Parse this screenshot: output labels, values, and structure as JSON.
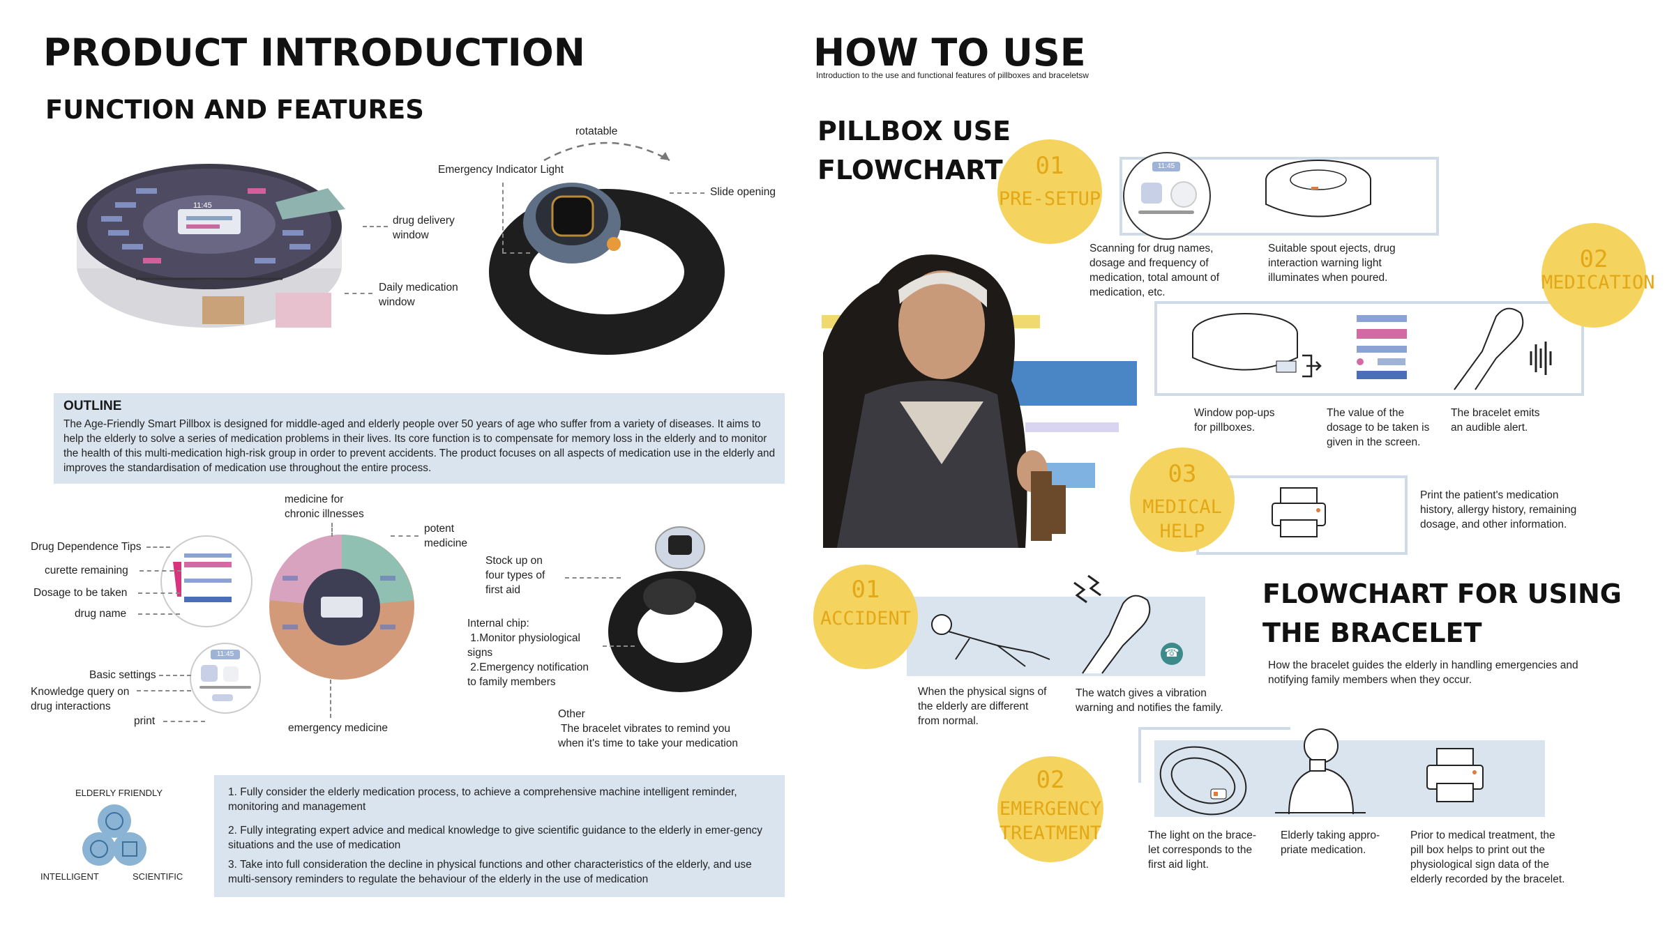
{
  "left": {
    "title": "PRODUCT INTRODUCTION",
    "subtitle": "FUNCTION AND FEATURES",
    "pillbox_labels": {
      "rotatable": "rotatable",
      "emergency_light": "Emergency Indicator Light",
      "slide_opening": "Slide opening",
      "drug_delivery": "drug delivery\nwindow",
      "daily_window": "Daily medication\nwindow",
      "screen_time": "11:45"
    },
    "outline": {
      "heading": "OUTLINE",
      "text": "The Age-Friendly Smart Pillbox is designed for middle-aged and elderly people over 50 years of age who suffer from a variety of diseases. It aims to help the elderly to solve a series of medication problems in their lives. Its core function is to compensate for memory loss in the elderly and to monitor the health of this multi-medication high-risk group in order to prevent accidents. The product focuses on all aspects of medication use in the elderly and improves the standardisation of medication use throughout the entire process."
    },
    "diagram_labels": {
      "chronic": "medicine for\nchronic illnesses",
      "potent": "potent\nmedicine",
      "dependence": "Drug Dependence Tips",
      "curette": "curette remaining",
      "dosage": "Dosage to be taken",
      "drug_name": "drug name",
      "basic_settings": "Basic settings",
      "knowledge": "Knowledge query on\ndrug interactions",
      "print": "print",
      "emergency": "emergency medicine",
      "stock": "Stock up on\nfour types of\nfirst aid",
      "chip": "Internal chip:\n 1.Monitor physiological\nsigns\n 2.Emergency notification\nto family members",
      "other": "Other\n The bracelet vibrates to remind you\nwhen it's time to take your medication",
      "screen_time": "11:45"
    },
    "features": {
      "elderly": "ELDERLY FRIENDLY",
      "intelligent": "INTELLIGENT",
      "scientific": "SCIENTIFIC"
    },
    "points": [
      "1. Fully consider the elderly medication process, to achieve a comprehensive machine intelligent reminder, monitoring and management",
      "2. Fully integrating expert advice and medical knowledge to give scientific guidance to the elderly in emer-gency situations and the use of medication",
      "3. Take into full consideration the decline in physical functions and other characteristics of the elderly, and use multi-sensory reminders to regulate the behaviour of the elderly in the use of medication"
    ]
  },
  "right": {
    "title": "HOW TO USE",
    "intro": "Introduction to the use and functional features of pillboxes and braceletsw",
    "pillbox_heading": "PILLBOX USE\nFLOWCHART",
    "steps": [
      {
        "num": "01",
        "label": "PRE-SETUP"
      },
      {
        "num": "02",
        "label": "MEDICATION"
      },
      {
        "num": "03",
        "label": "MEDICAL HELP"
      }
    ],
    "step_texts": {
      "scan": "Scanning for drug names,\ndosage and frequency of\nmedication, total amount of\nmedication, etc.",
      "spout": "Suitable spout ejects, drug\ninteraction warning light\nilluminates when poured.",
      "popups": "Window pop-ups\nfor pillboxes.",
      "value": "The value of the\ndosage to be taken is\ngiven in the screen.",
      "emits": "The bracelet emits\nan audible alert.",
      "print": "Print the patient's medication\nhistory, allergy history, remaining\ndosage, and other information."
    },
    "bracelet_heading": "FLOWCHART FOR USING\nTHE BRACELET",
    "bracelet_intro": "How the bracelet guides the elderly in handling emergencies and\nnotifying family members when they occur.",
    "bracelet_steps": [
      {
        "num": "01",
        "label": "ACCIDENT"
      },
      {
        "num": "02",
        "label": "EMERGENCY\nTREATMENT"
      }
    ],
    "bracelet_texts": {
      "signs": "When the physical signs of\nthe elderly are different\nfrom normal.",
      "vibration": "The watch gives a vibration\nwarning and notifies the family.",
      "light": "The light on the brace-\nlet corresponds to the\nfirst aid light.",
      "taking": "Elderly taking appro-\npriate medication.",
      "prior": "Prior to medical treatment, the\npill box helps to print out the\nphysiological sign data of the\nelderly recorded by the bracelet."
    },
    "screen_time": "11:45"
  },
  "colors": {
    "accent_yellow": "#f4d35e",
    "accent_text": "#e3a817",
    "panel_blue": "#d9e4ef",
    "stripe_blue": "#4a86c5"
  }
}
